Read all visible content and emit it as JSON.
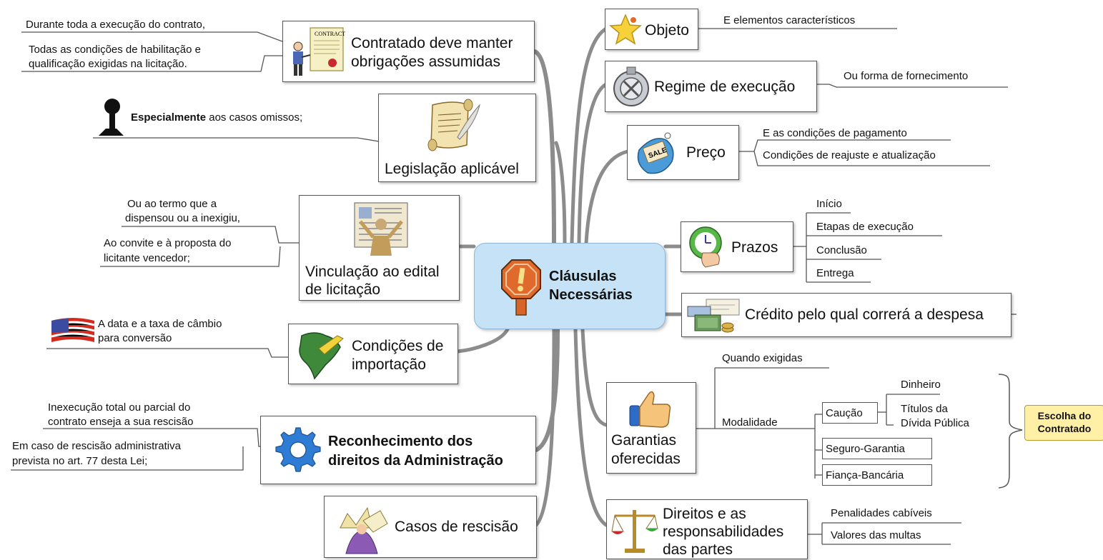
{
  "center": {
    "line1": "Cláusulas",
    "line2": "Necessárias"
  },
  "left": {
    "contratado": {
      "line1": "Contratado deve manter",
      "line2": "obrigações assumidas",
      "note1": "Durante toda a execução do contrato,",
      "note2a": "Todas as condições de habilitação e",
      "note2b": "qualificação exigidas na licitação."
    },
    "legislacao": {
      "label": "Legislação aplicável",
      "note_bold": "Especialmente",
      "note_rest": " aos casos omissos;"
    },
    "vinculacao": {
      "line1": "Vinculação ao edital",
      "line2": "de licitação",
      "note1a": "Ou ao termo que a",
      "note1b": "dispensou ou a inexigiu,",
      "note2a": "Ao convite e à proposta do",
      "note2b": "licitante vencedor;"
    },
    "importacao": {
      "line1": "Condições de",
      "line2": "importação",
      "note1a": "A data e a taxa de câmbio",
      "note1b": "para conversão"
    },
    "reconhecimento": {
      "line1": "Reconhecimento dos",
      "line2": "direitos da Administração",
      "note1a": "Inexecução total ou parcial do",
      "note1b": "contrato enseja a sua rescisão",
      "note2a": "Em caso de rescisão administrativa",
      "note2b": "prevista no art. 77 desta Lei;"
    },
    "rescisao": {
      "label": "Casos de rescisão"
    }
  },
  "right": {
    "objeto": {
      "label": "Objeto",
      "note": "E elementos característicos"
    },
    "regime": {
      "label": "Regime de execução",
      "note": "Ou forma de fornecimento"
    },
    "preco": {
      "label": "Preço",
      "note1": "E as condições de pagamento",
      "note2": "Condições de reajuste e atualização"
    },
    "prazos": {
      "label": "Prazos",
      "items": [
        "Início",
        "Etapas de execução",
        "Conclusão",
        "Entrega"
      ]
    },
    "credito": {
      "label": "Crédito pelo qual correrá a despesa"
    },
    "garantias": {
      "line1": "Garantias",
      "line2": "oferecidas",
      "quando": "Quando exigidas",
      "modalidade": "Modalidade",
      "caucao": "Caução",
      "dinheiro": "Dinheiro",
      "titulos1": "Títulos da",
      "titulos2": "Dívida Pública",
      "seguro": "Seguro-Garantia",
      "fianca": "Fiança-Bancária",
      "escolha1": "Escolha do",
      "escolha2": "Contratado"
    },
    "direitos": {
      "line1": "Direitos e as",
      "line2": "responsabilidades",
      "line3": "das partes",
      "pen": "Penalidades cabíveis",
      "multas": "Valores das multas"
    }
  },
  "colors": {
    "center_fill": "#c5e2f6",
    "note_fill": "#fff0a6",
    "branch": "#8a8a8a"
  }
}
